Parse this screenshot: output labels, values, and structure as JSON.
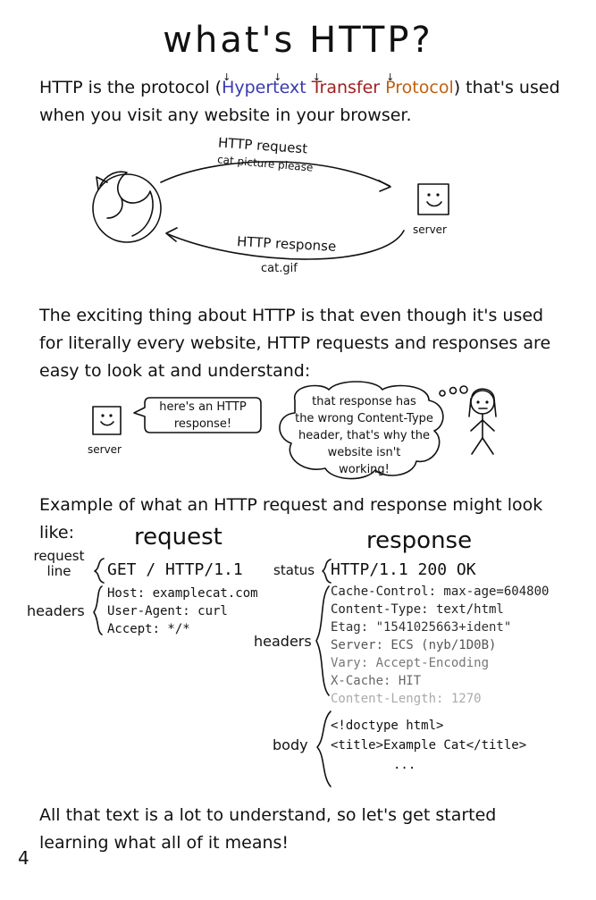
{
  "title": "what's HTTP?",
  "intro": {
    "before": "HTTP is the protocol (",
    "hyper": "Hyper",
    "text": "text ",
    "transfer_t": "T",
    "transfer_rest": "ransfer ",
    "proto_p": "P",
    "proto_rest": "rotocol",
    "after": ") that's used when you visit any website in your browser.",
    "colors": {
      "hyper": "#3a3ab0",
      "transfer": "#a02020",
      "protocol": "#c06010"
    }
  },
  "diagram1": {
    "request_label": "HTTP request",
    "request_note": "cat picture please",
    "response_label": "HTTP response",
    "response_note": "cat.gif",
    "server_label": "server",
    "browser_icon": "firefox-icon",
    "server_icon": "server-face-icon"
  },
  "paragraph2": "The exciting thing about HTTP is that even though it's used for literally every website, HTTP requests and responses are easy to look at and understand:",
  "dialogue": {
    "server_label": "server",
    "server_bubble_line1": "here's an HTTP",
    "server_bubble_line2": "response!",
    "person_line1": "that response has",
    "person_line2": "the wrong Content-Type",
    "person_line3": "header, that's why the",
    "person_line4": "website isn't",
    "person_line5": "working!"
  },
  "example_intro": "Example of what an HTTP request and response might look like:",
  "request": {
    "heading": "request",
    "line_label_1": "request",
    "line_label_2": "line",
    "request_line": "GET / HTTP/1.1",
    "headers_label": "headers",
    "headers": [
      "Host: examplecat.com",
      "User-Agent: curl",
      "Accept: */*"
    ]
  },
  "response": {
    "heading": "response",
    "status_label": "status",
    "status_line": "HTTP/1.1 200 OK",
    "headers_label": "headers",
    "headers": [
      {
        "text": "Cache-Control: max-age=604800",
        "color": "#222222"
      },
      {
        "text": "Content-Type: text/html",
        "color": "#222222"
      },
      {
        "text": "Etag: \"1541025663+ident\"",
        "color": "#333333"
      },
      {
        "text": "Server: ECS (nyb/1D0B)",
        "color": "#555555"
      },
      {
        "text": "Vary: Accept-Encoding",
        "color": "#777777"
      },
      {
        "text": "X-Cache: HIT",
        "color": "#666666"
      },
      {
        "text": "Content-Length: 1270",
        "color": "#aaaaaa"
      }
    ],
    "body_label": "body",
    "body": [
      "<!doctype html>",
      "<title>Example Cat</title>",
      "..."
    ]
  },
  "closing": "All that text is a lot to understand, so let's get started learning what all of it means!",
  "page_number": "4"
}
